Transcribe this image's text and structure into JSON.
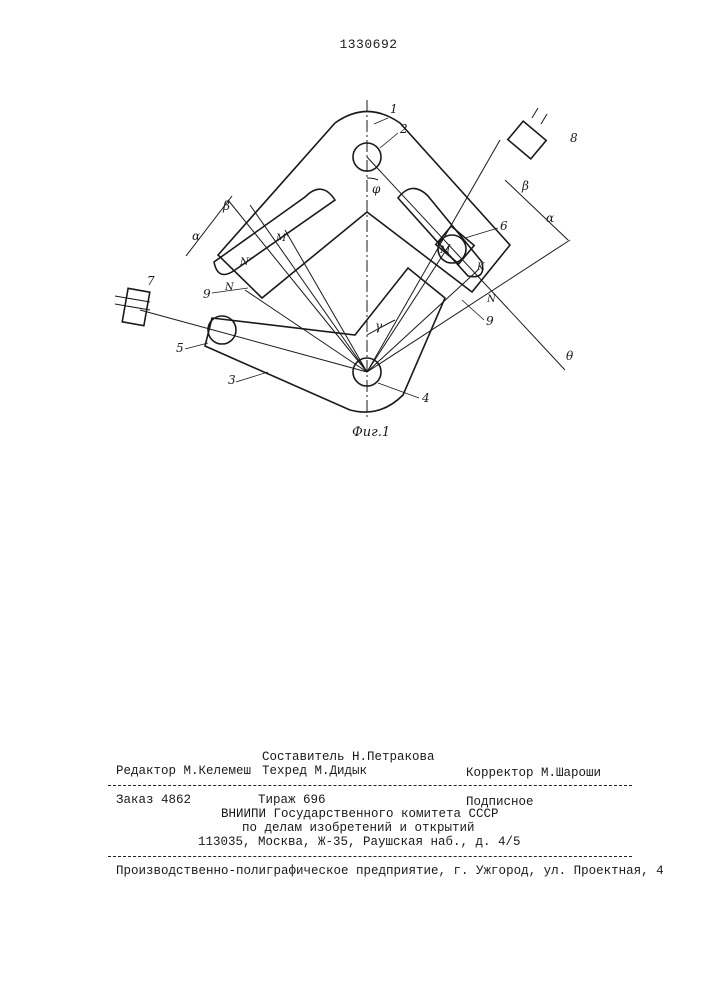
{
  "patent_number": "1330692",
  "figure": {
    "caption": "Фиг.1",
    "labels": {
      "n1": "1",
      "n2": "2",
      "n3": "3",
      "n4": "4",
      "n5": "5",
      "n6": "6",
      "n7": "7",
      "n8": "8",
      "n9a": "9",
      "n9b": "9",
      "phi": "φ",
      "gamma": "γ",
      "alpha_l": "α",
      "beta_l": "β",
      "alpha_r": "α",
      "beta_r": "β",
      "theta": "θ",
      "m_prime": "M'",
      "n_prime": "N'",
      "n_l": "N",
      "m_r": "M",
      "k_r": "K",
      "n_r": "N"
    }
  },
  "imprint": {
    "sostavitel": "Составитель Н.Петракова",
    "redaktor": "Редактор М.Келемеш",
    "tehred": "Техред М.Дидык",
    "korrektor": "Корректор М.Шароши",
    "zakaz": "Заказ 4862",
    "tirazh": "Тираж 696",
    "podpisnoe": "Подписное",
    "vniipi": "ВНИИПИ Государственного комитета СССР",
    "po_delam": "по делам изобретений и открытий",
    "address": "113035, Москва, Ж-35, Раушская наб., д. 4/5",
    "printer": "Производственно-полиграфическое предприятие, г. Ужгород, ул. Проектная, 4"
  }
}
